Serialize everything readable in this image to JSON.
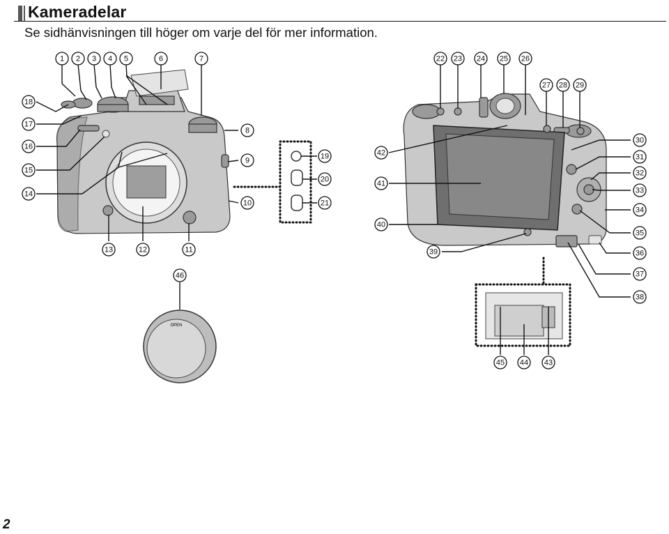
{
  "header": {
    "title": "Kameradelar",
    "subtitle": "Se sidhänvisningen till höger om varje del för mer information."
  },
  "page_number": "2",
  "lens_cap_label": "OPEN",
  "callouts": [
    {
      "id": "c1",
      "label": "1"
    },
    {
      "id": "c2",
      "label": "2"
    },
    {
      "id": "c3",
      "label": "3"
    },
    {
      "id": "c4",
      "label": "4"
    },
    {
      "id": "c5",
      "label": "5"
    },
    {
      "id": "c6",
      "label": "6"
    },
    {
      "id": "c7",
      "label": "7"
    },
    {
      "id": "c8",
      "label": "8"
    },
    {
      "id": "c9",
      "label": "9"
    },
    {
      "id": "c10",
      "label": "10"
    },
    {
      "id": "c11",
      "label": "11"
    },
    {
      "id": "c12",
      "label": "12"
    },
    {
      "id": "c13",
      "label": "13"
    },
    {
      "id": "c14",
      "label": "14"
    },
    {
      "id": "c15",
      "label": "15"
    },
    {
      "id": "c16",
      "label": "16"
    },
    {
      "id": "c17",
      "label": "17"
    },
    {
      "id": "c18",
      "label": "18"
    },
    {
      "id": "c19",
      "label": "19"
    },
    {
      "id": "c20",
      "label": "20"
    },
    {
      "id": "c21",
      "label": "21"
    },
    {
      "id": "c22",
      "label": "22"
    },
    {
      "id": "c23",
      "label": "23"
    },
    {
      "id": "c24",
      "label": "24"
    },
    {
      "id": "c25",
      "label": "25"
    },
    {
      "id": "c26",
      "label": "26"
    },
    {
      "id": "c27",
      "label": "27"
    },
    {
      "id": "c28",
      "label": "28"
    },
    {
      "id": "c29",
      "label": "29"
    },
    {
      "id": "c30",
      "label": "30"
    },
    {
      "id": "c31",
      "label": "31"
    },
    {
      "id": "c32",
      "label": "32"
    },
    {
      "id": "c33",
      "label": "33"
    },
    {
      "id": "c34",
      "label": "34"
    },
    {
      "id": "c35",
      "label": "35"
    },
    {
      "id": "c36",
      "label": "36"
    },
    {
      "id": "c37",
      "label": "37"
    },
    {
      "id": "c38",
      "label": "38"
    },
    {
      "id": "c39",
      "label": "39"
    },
    {
      "id": "c40",
      "label": "40"
    },
    {
      "id": "c41",
      "label": "41"
    },
    {
      "id": "c42",
      "label": "42"
    },
    {
      "id": "c43",
      "label": "43"
    },
    {
      "id": "c44",
      "label": "44"
    },
    {
      "id": "c45",
      "label": "45"
    },
    {
      "id": "c46",
      "label": "46"
    }
  ]
}
